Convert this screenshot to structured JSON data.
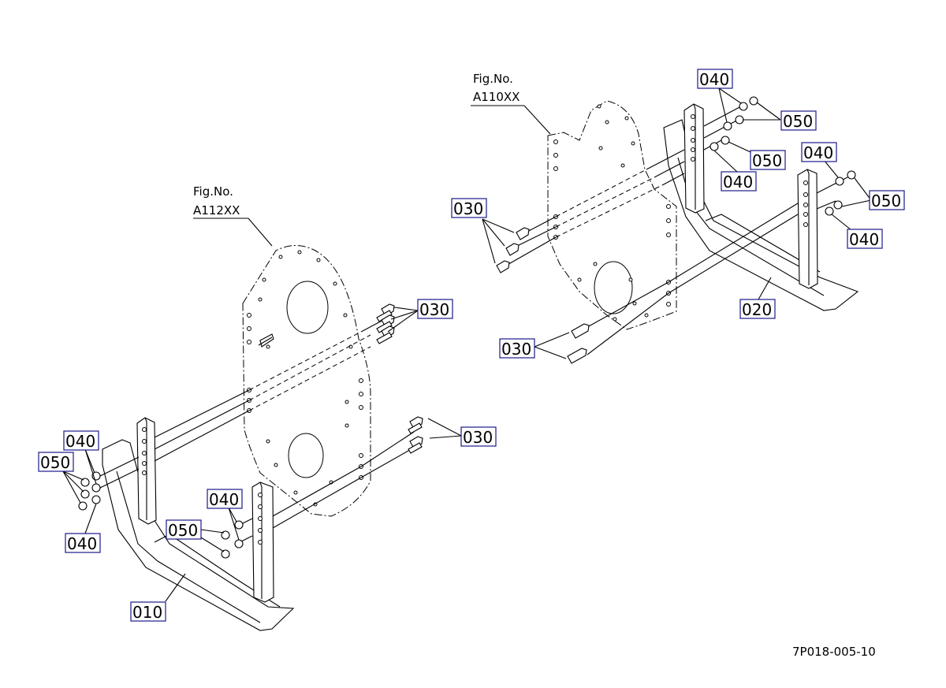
{
  "diagram": {
    "figure_refs": {
      "left": {
        "line1": "Fig.No.",
        "line2": "A112XX"
      },
      "right": {
        "line1": "Fig.No.",
        "line2": "A110XX"
      }
    },
    "callouts": {
      "c030_left_top": "030",
      "c030_left_bottom": "030",
      "c030_right_top": "030",
      "c030_right_bottom": "030",
      "c040_left_a": "040",
      "c050_left_a": "050",
      "c040_left_b": "040",
      "c040_left_c": "040",
      "c050_left_b": "050",
      "c010": "010",
      "c040_right_a": "040",
      "c050_right_a": "050",
      "c050_right_b": "050",
      "c040_right_b": "040",
      "c040_right_c": "040",
      "c050_right_c": "050",
      "c040_right_d": "040",
      "c020": "020"
    },
    "drawing_code": "7P018-005-10",
    "colors": {
      "callout_border": "#1a1a8a",
      "ink": "#000000"
    }
  }
}
